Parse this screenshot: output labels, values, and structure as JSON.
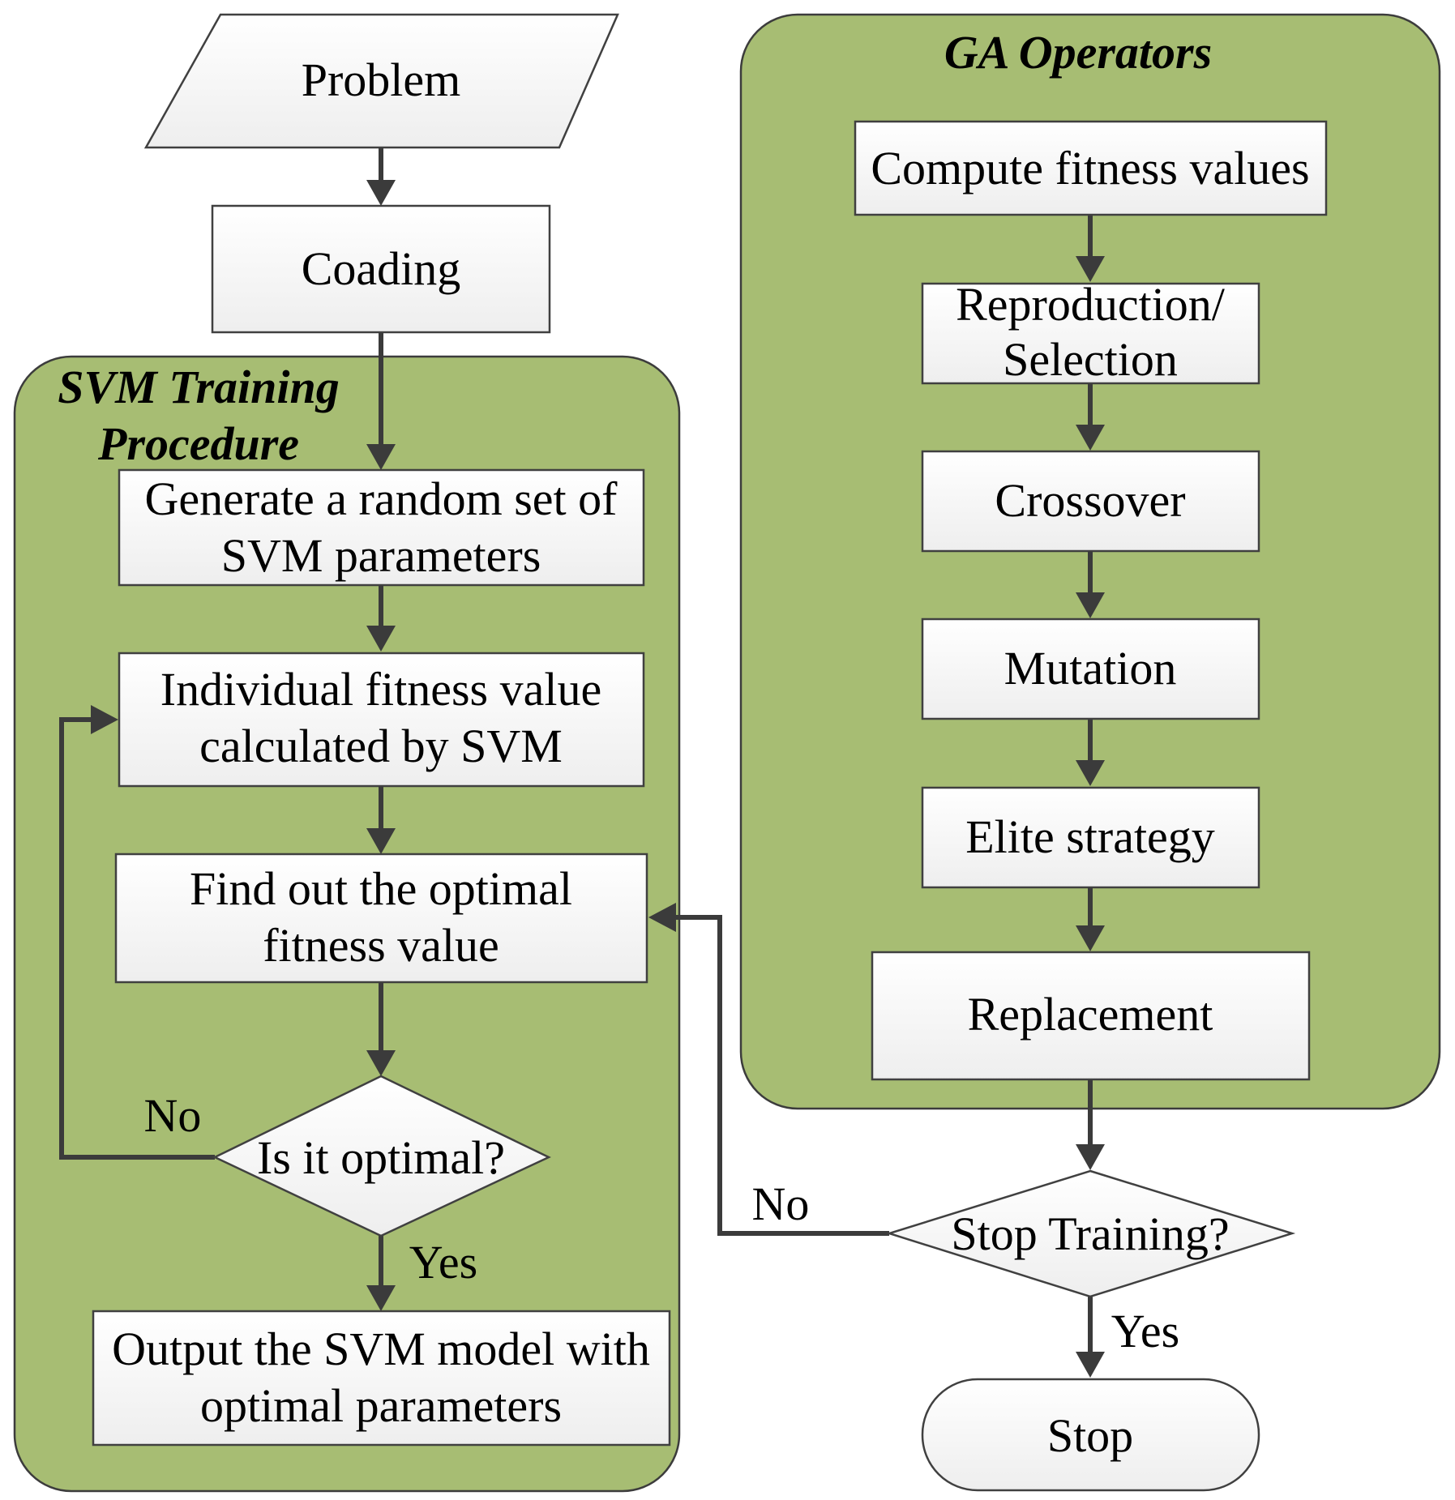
{
  "colors": {
    "group_fill": "#a7bd73",
    "group_stroke": "#3c3c3c",
    "node_fill_top": "#ffffff",
    "node_fill_bottom": "#eeeeee",
    "arrow": "#3b3b3b"
  },
  "nodes": {
    "problem": "Problem",
    "coading": "Coading",
    "generate_line1": "Generate a random set of",
    "generate_line2": "SVM parameters",
    "individual_line1": "Individual fitness value",
    "individual_line2": "calculated by SVM",
    "find_line1": "Find out the optimal",
    "find_line2": "fitness value",
    "is_optimal": "Is it optimal?",
    "output_line1": "Output the SVM model with",
    "output_line2": "optimal parameters",
    "compute": "Compute fitness values",
    "reproduction_line1": "Reproduction/",
    "reproduction_line2": "Selection",
    "crossover": "Crossover",
    "mutation": "Mutation",
    "elite": "Elite strategy",
    "replacement": "Replacement",
    "stop_training": "Stop Training?",
    "stop": "Stop"
  },
  "groups": {
    "svm_line1": "SVM Training",
    "svm_line2": "Procedure",
    "ga": "GA Operators"
  },
  "edge_labels": {
    "optimal_no": "No",
    "optimal_yes": "Yes",
    "stop_no": "No",
    "stop_yes": "Yes"
  }
}
